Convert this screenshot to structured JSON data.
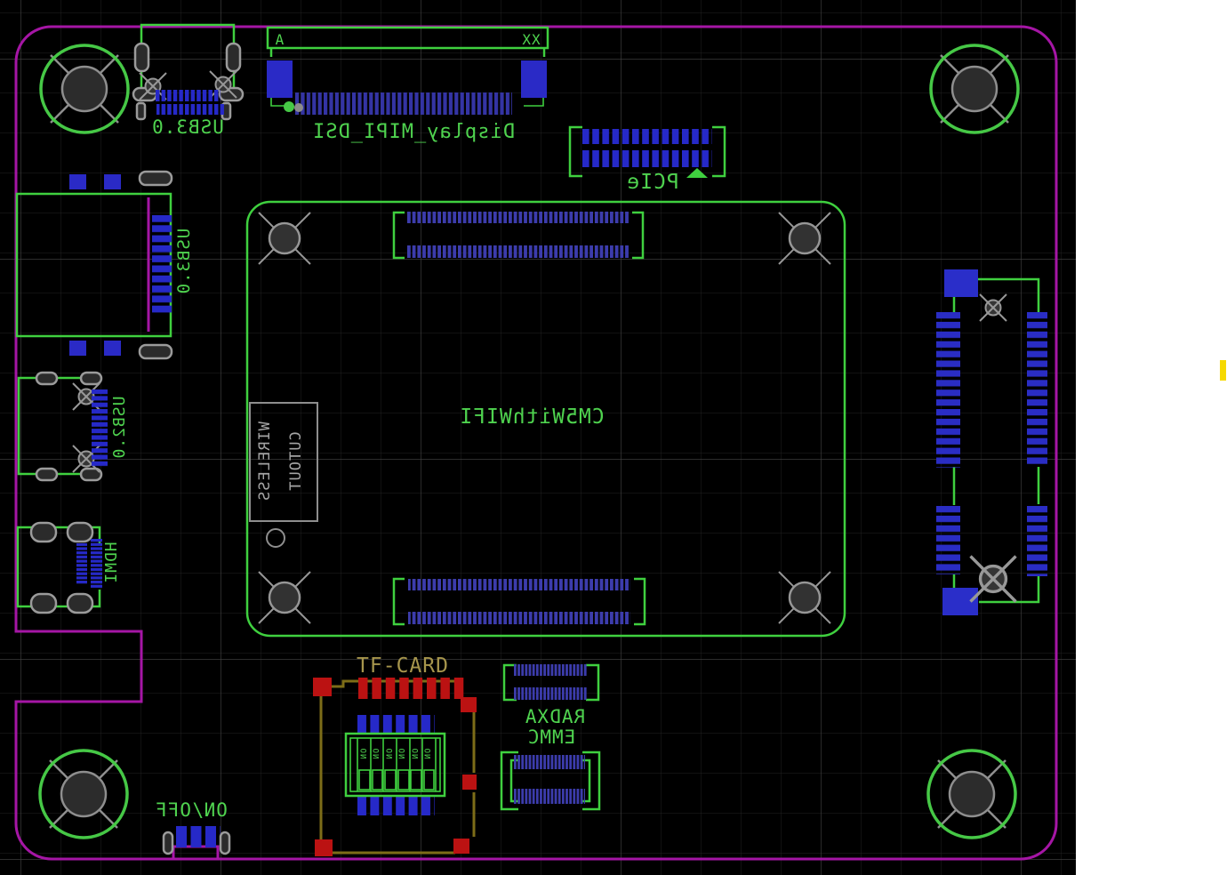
{
  "app": {
    "view": "pcb-layout-back-side"
  },
  "components": {
    "usb3_a": {
      "label": "USB3.0"
    },
    "mipi": {
      "label": "Display_MIPI_DSI",
      "pin_first": "A",
      "pin_last": "XX"
    },
    "pcie": {
      "label": "PCIe"
    },
    "usb3_b": {
      "label": "USB3.0"
    },
    "usb2": {
      "label": "USB2.0"
    },
    "hdmi": {
      "label": "HDMI"
    },
    "som": {
      "label": "CM5WithWIFI",
      "wireless_line1": "WIRELESS",
      "wireless_line2": "CUTOUT"
    },
    "tf": {
      "label": "TF-CARD",
      "switch_position_label": "ON"
    },
    "emmc": {
      "line1": "RADXA",
      "line2": "EMMC"
    },
    "power": {
      "label": "ON/OFF"
    }
  },
  "colors": {
    "board_outline": "#a516a5",
    "silkscreen": "#3fd03f",
    "pad_blue": "#2a2ac6",
    "pad_red": "#bb1212",
    "pad_gray": "#9b9b9b",
    "hole_ring": "#46c846",
    "tf_outline": "#7d6d18",
    "highlight": "#f6d900",
    "background": "#000000"
  }
}
